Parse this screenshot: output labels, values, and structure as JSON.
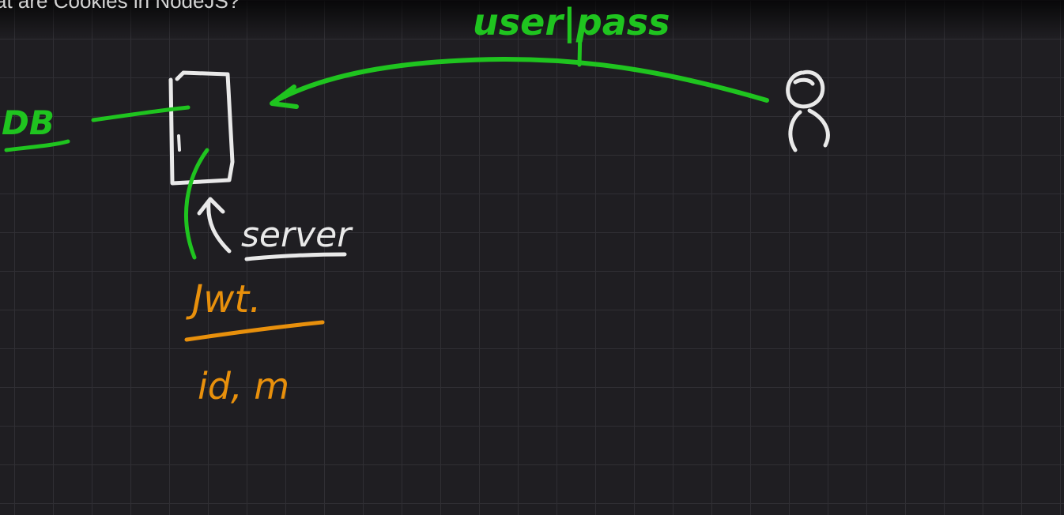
{
  "title": "at are Cookies in NodeJS?",
  "labels": {
    "user_pass": "user|pass",
    "db": "DB",
    "server": "server",
    "jwt": "Jwt.",
    "payload": "id, m"
  },
  "colors": {
    "background": "#1f1e22",
    "grid": "#302f34",
    "green": "#1fc41f",
    "white": "#e9e9e9",
    "orange": "#e8900c"
  },
  "icons": [
    "user-icon",
    "server-box",
    "arrow-left-icon",
    "arrow-up-icon"
  ]
}
